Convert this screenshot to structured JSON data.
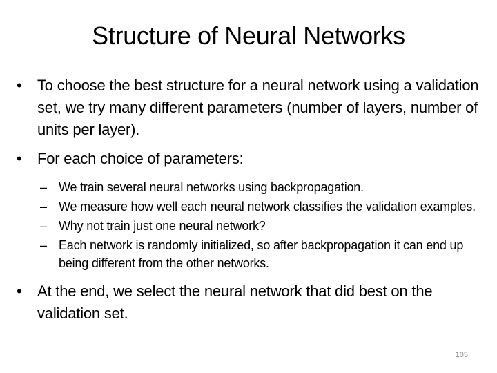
{
  "slide": {
    "title": "Structure of Neural Networks",
    "bullet_marker": "•",
    "sub_bullet_marker": "–",
    "bullets": [
      {
        "text": "To choose the best structure for a neural network using a validation set, we try many different parameters (number of layers, number of units per layer)."
      },
      {
        "text": "For each choice of parameters:",
        "sub": [
          "We train several neural networks using backpropagation.",
          "We measure how well each neural network classifies the validation examples.",
          "Why not train just one neural network?",
          "Each network is randomly initialized, so after backpropagation it can end up being different from the other networks."
        ]
      },
      {
        "text": "At the end, we select the neural network that did best on the validation set."
      }
    ],
    "page_number": "105"
  }
}
